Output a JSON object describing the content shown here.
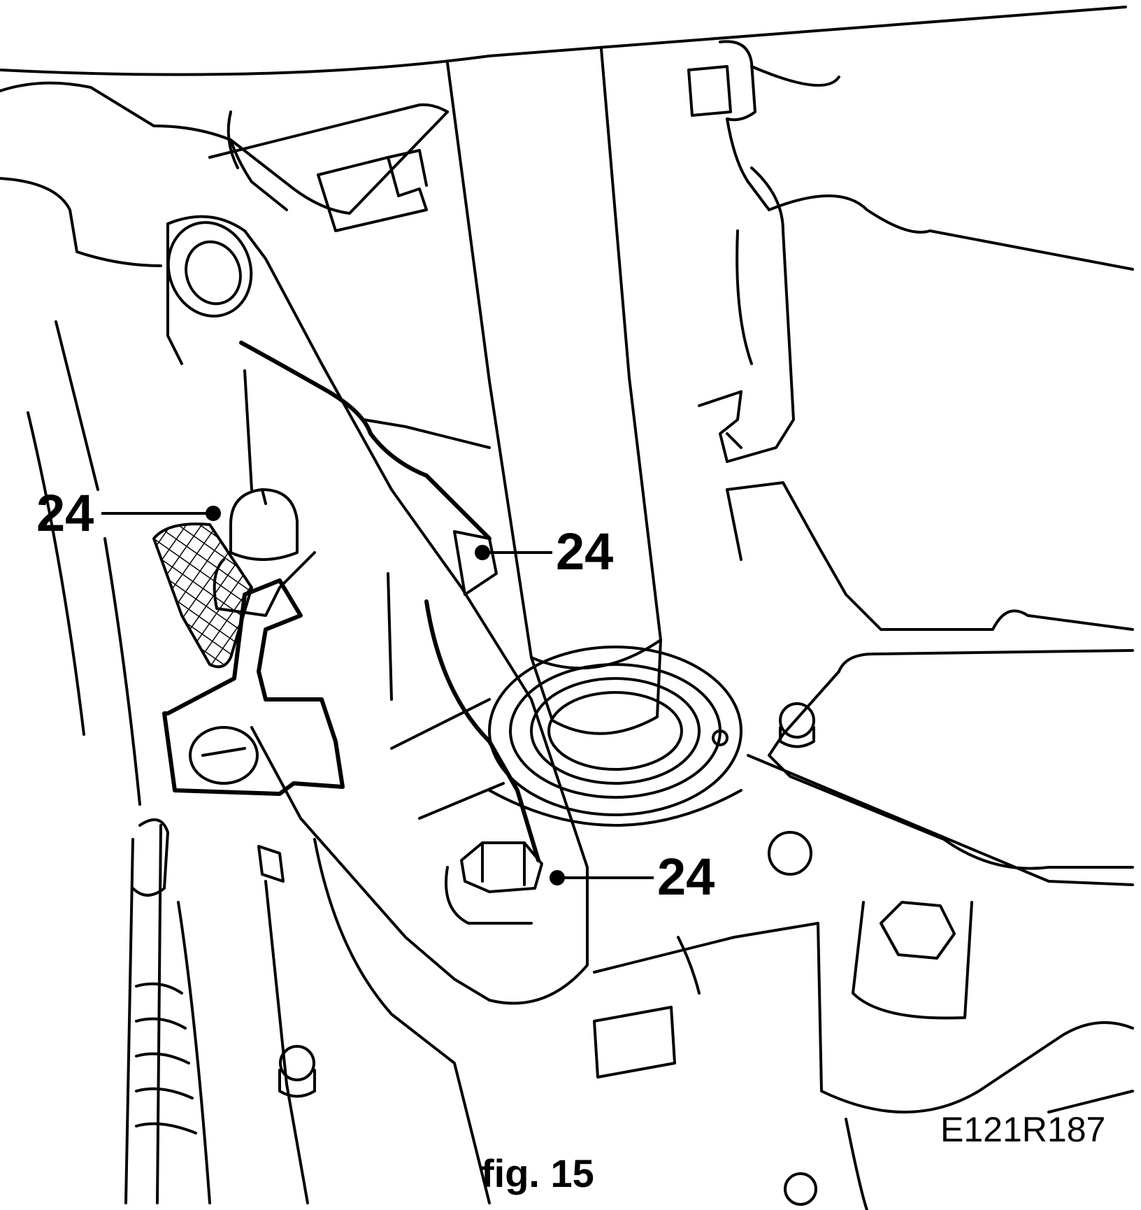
{
  "callouts": [
    {
      "id": "callout-1",
      "label": "24"
    },
    {
      "id": "callout-2",
      "label": "24"
    },
    {
      "id": "callout-3",
      "label": "24"
    }
  ],
  "reference_code": "E121R187",
  "caption": "fig. 15"
}
